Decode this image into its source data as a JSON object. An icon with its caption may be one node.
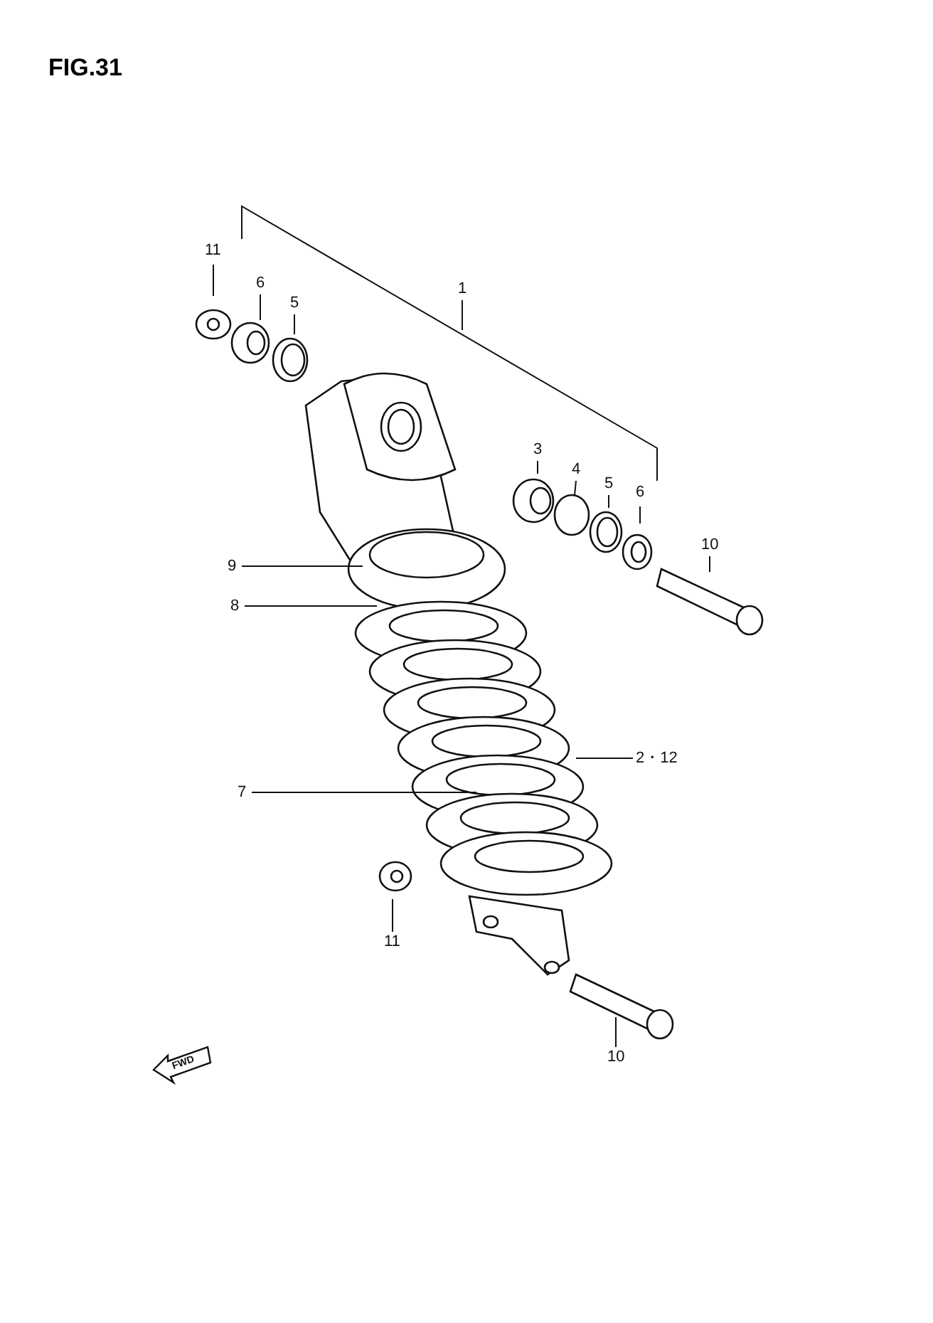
{
  "diagram": {
    "title": "FIG.31",
    "nodes": [
      {
        "text": [
          "11"
        ]
      },
      {
        "text": [
          "6"
        ]
      },
      {
        "text": [
          "5"
        ]
      },
      {
        "text": [
          "1"
        ]
      },
      {
        "text": [
          "3"
        ]
      },
      {
        "text": [
          "4"
        ]
      },
      {
        "text": [
          "5"
        ]
      },
      {
        "text": [
          "6"
        ]
      },
      {
        "text": [
          "10"
        ]
      },
      {
        "text": [
          "9"
        ]
      },
      {
        "text": [
          "8"
        ]
      },
      {
        "text": [
          "2・12"
        ]
      },
      {
        "text": [
          "7"
        ]
      },
      {
        "text": [
          "11"
        ]
      },
      {
        "text": [
          "10"
        ]
      }
    ],
    "edges": [
      {
        "from": 0,
        "to": null,
        "arrow": "none"
      },
      {
        "from": 1,
        "to": null,
        "arrow": "none"
      },
      {
        "from": 2,
        "to": null,
        "arrow": "none"
      },
      {
        "from": 3,
        "to": null,
        "arrow": "none"
      },
      {
        "from": 4,
        "to": null,
        "arrow": "none"
      },
      {
        "from": 5,
        "to": null,
        "arrow": "none"
      },
      {
        "from": 6,
        "to": null,
        "arrow": "none"
      },
      {
        "from": 7,
        "to": null,
        "arrow": "none"
      },
      {
        "from": 8,
        "to": null,
        "arrow": "none"
      },
      {
        "from": 9,
        "to": null,
        "arrow": "none"
      },
      {
        "from": 10,
        "to": null,
        "arrow": "none"
      },
      {
        "from": 11,
        "to": null,
        "arrow": "none"
      },
      {
        "from": 12,
        "to": null,
        "arrow": "none"
      },
      {
        "from": 13,
        "to": null,
        "arrow": "none"
      },
      {
        "from": 14,
        "to": null,
        "arrow": "none"
      }
    ],
    "labels": [
      "FWD"
    ]
  }
}
